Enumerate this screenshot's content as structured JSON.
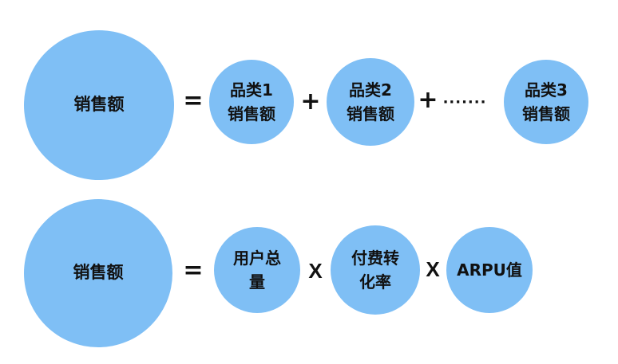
{
  "colors": {
    "circle_fill": "#7fbff5",
    "text": "#111111"
  },
  "row1": {
    "total_label": "销售额",
    "equals": "=",
    "term1_label": "品类1\n销售额",
    "plus1": "+",
    "term2_label": "品类2\n销售额",
    "plus2": "+",
    "ellipsis": ".......",
    "term3_label": "品类3\n销售额"
  },
  "row2": {
    "total_label": "销售额",
    "equals": "=",
    "factor1_label": "用户总\n量",
    "times1": "X",
    "factor2_label": "付费转\n化率",
    "times2": "X",
    "factor3_label": "ARPU值"
  }
}
